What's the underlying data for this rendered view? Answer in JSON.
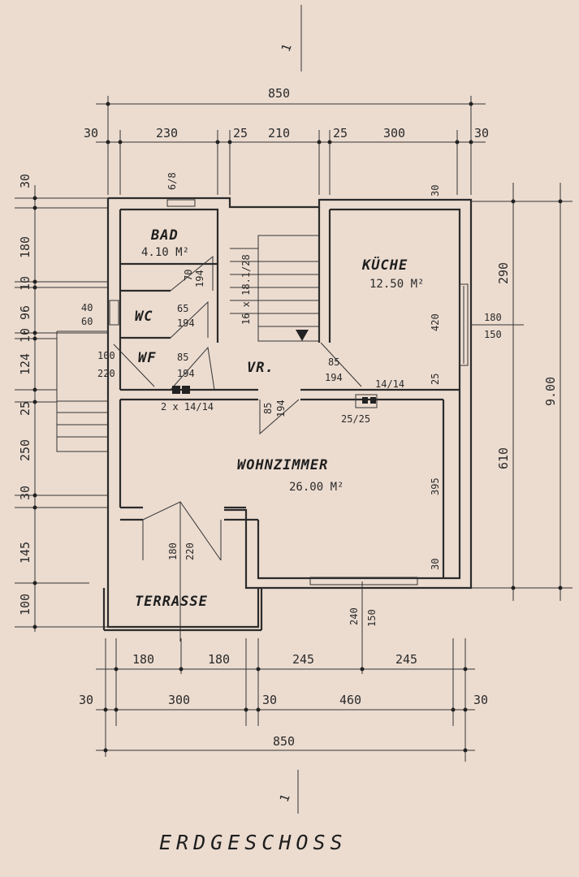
{
  "title": "ERDGESCHOSS",
  "section_marks": [
    "1",
    "1"
  ],
  "rooms": {
    "bad": {
      "name": "BAD",
      "area": "4.10 M²"
    },
    "wc": {
      "name": "WC"
    },
    "wf": {
      "name": "WF"
    },
    "vr": {
      "name": "VR."
    },
    "kueche": {
      "name": "KÜCHE",
      "area": "12.50 M²"
    },
    "wohnzimmer": {
      "name": "WOHNZIMMER",
      "area": "26.00 M²"
    },
    "terrasse": {
      "name": "TERRASSE"
    }
  },
  "top_dims": {
    "overall": "850",
    "segments": [
      "30",
      "230",
      "25",
      "210",
      "25",
      "300",
      "30"
    ]
  },
  "bottom_dims": {
    "row1": [
      "180",
      "180",
      "245",
      "245"
    ],
    "row2": [
      "30",
      "300",
      "30",
      "460",
      "30"
    ],
    "overall": "850"
  },
  "left_dims": [
    "30",
    "180",
    "10",
    "96",
    "10",
    "124",
    "25",
    "250",
    "30",
    "145",
    "100"
  ],
  "right_dims": {
    "inner": [
      "290",
      "610"
    ],
    "overall": "9.00"
  },
  "labels": {
    "chimney_top": "6/8",
    "stair": "16 x 18.1/28",
    "door_bad": "70",
    "door_bad_h": "194",
    "wc_win_w": "40",
    "wc_win_h": "60",
    "door_wc": "65",
    "door_wc_h": "194",
    "wf_win_w": "100",
    "wf_win_h": "220",
    "door_wf": "85",
    "door_wf_h": "194",
    "door_vr": "85",
    "door_vr_h": "194",
    "door_wz": "85",
    "door_wz_h": "194",
    "chimney_mid": "2 x 14/14",
    "duct_k": "14/14",
    "chimney_wz": "25/25",
    "kueche_top": "30",
    "kueche_h": "420",
    "kueche_low": "25",
    "k_win_w": "180",
    "k_win_h": "150",
    "wz_h": "395",
    "wz_low": "30",
    "terr_door_w": "180",
    "terr_door_h": "220",
    "wz_win_w": "240",
    "wz_win_h": "150"
  }
}
